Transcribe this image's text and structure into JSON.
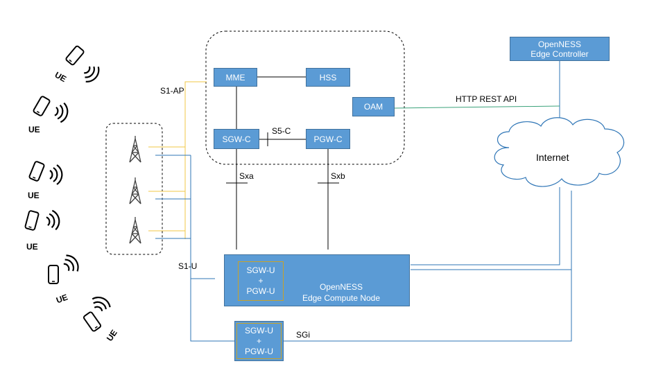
{
  "core": {
    "mme": "MME",
    "hss": "HSS",
    "oam": "OAM",
    "sgw_c": "SGW-C",
    "pgw_c": "PGW-C"
  },
  "interfaces": {
    "s1_ap": "S1-AP",
    "s5_c": "S5-C",
    "sxa": "Sxa",
    "sxb": "Sxb",
    "s1_u": "S1-U",
    "sgi": "SGi",
    "http_rest_api": "HTTP REST API"
  },
  "edge_controller": {
    "line1": "OpenNESS",
    "line2": "Edge Controller"
  },
  "internet": "Internet",
  "edge_node": {
    "inner_line1": "SGW-U",
    "inner_line2": "+",
    "inner_line3": "PGW-U",
    "title_line1": "OpenNESS",
    "title_line2": "Edge Compute Node"
  },
  "bottom_upf": {
    "line1": "SGW-U",
    "line2": "+",
    "line3": "PGW-U"
  },
  "ue_labels": [
    "UE",
    "UE",
    "UE",
    "UE",
    "UE",
    "UE"
  ],
  "colors": {
    "box_fill": "#5b9bd5",
    "s1ap_line": "#f2c744",
    "s1u_line": "#2e75b6",
    "rest_line": "#3aa27a",
    "gold_border": "#c9a227"
  }
}
